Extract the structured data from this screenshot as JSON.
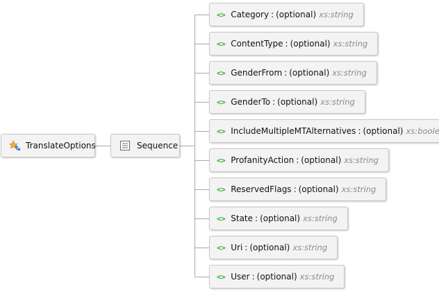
{
  "root": {
    "label": "TranslateOptions",
    "icon": "complex-type-icon"
  },
  "sequence": {
    "label": "Sequence",
    "icon": "sequence-icon"
  },
  "elements": [
    {
      "name": "Category",
      "occurrence": "(optional)",
      "type": "xs:string"
    },
    {
      "name": "ContentType",
      "occurrence": "(optional)",
      "type": "xs:string"
    },
    {
      "name": "GenderFrom",
      "occurrence": "(optional)",
      "type": "xs:string"
    },
    {
      "name": "GenderTo",
      "occurrence": "(optional)",
      "type": "xs:string"
    },
    {
      "name": "IncludeMultipleMTAlternatives",
      "occurrence": "(optional)",
      "type": "xs:boolean"
    },
    {
      "name": "ProfanityAction",
      "occurrence": "(optional)",
      "type": "xs:string"
    },
    {
      "name": "ReservedFlags",
      "occurrence": "(optional)",
      "type": "xs:string"
    },
    {
      "name": "State",
      "occurrence": "(optional)",
      "type": "xs:string"
    },
    {
      "name": "Uri",
      "occurrence": "(optional)",
      "type": "xs:string"
    },
    {
      "name": "User",
      "occurrence": "(optional)",
      "type": "xs:string"
    }
  ],
  "element_icon_glyph": "<>",
  "element_icon": "element-icon",
  "separator": ":",
  "colors": {
    "element_icon": "#2fb32f",
    "type_text": "#8a8a8a",
    "connector": "#a8a8a8",
    "node_fill": "#f3f3f3",
    "node_border": "#c8c8c8"
  }
}
